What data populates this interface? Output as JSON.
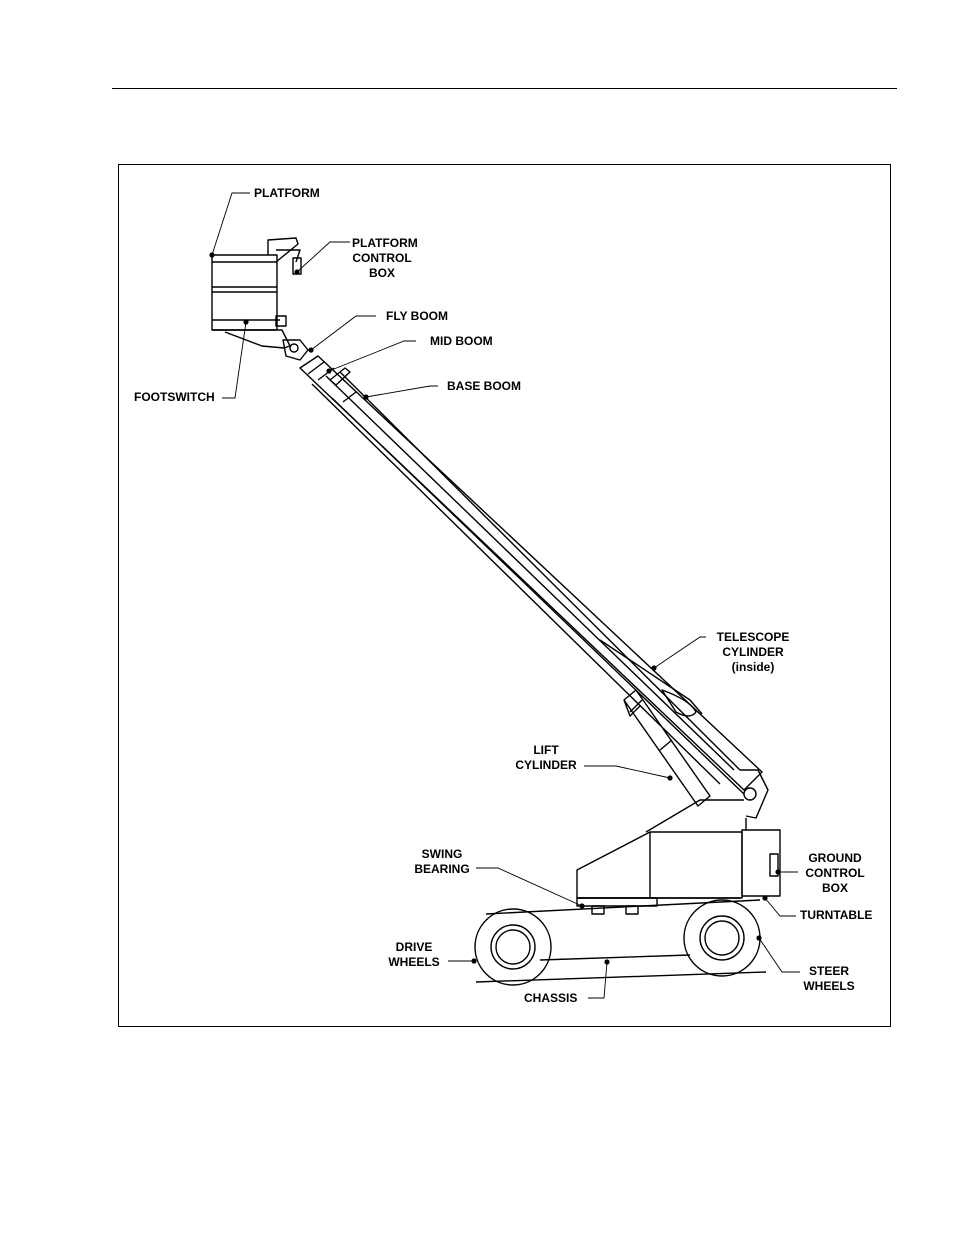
{
  "labels": {
    "platform": "PLATFORM",
    "platform_control_box": [
      "PLATFORM",
      "CONTROL",
      "BOX"
    ],
    "fly_boom": "FLY BOOM",
    "mid_boom": "MID BOOM",
    "base_boom": "BASE BOOM",
    "footswitch": "FOOTSWITCH",
    "telescope_cylinder": [
      "TELESCOPE",
      "CYLINDER",
      "(inside)"
    ],
    "lift_cylinder": [
      "LIFT",
      "CYLINDER"
    ],
    "swing_bearing": [
      "SWING",
      "BEARING"
    ],
    "ground_control_box": [
      "GROUND",
      "CONTROL",
      "BOX"
    ],
    "turntable": "TURNTABLE",
    "drive_wheels": [
      "DRIVE",
      "WHEELS"
    ],
    "steer_wheels": [
      "STEER",
      "WHEELS"
    ],
    "chassis": "CHASSIS"
  }
}
